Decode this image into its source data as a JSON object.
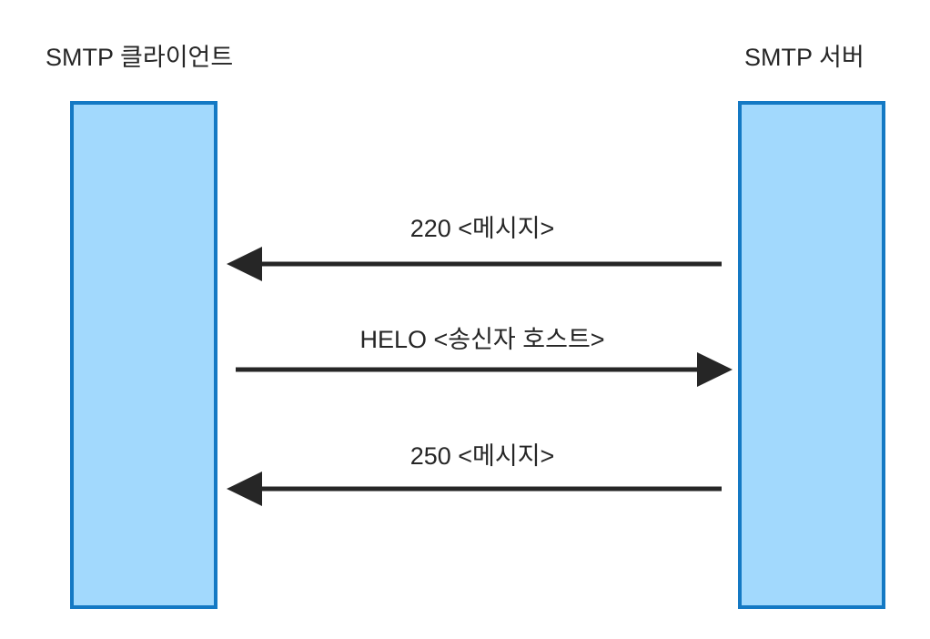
{
  "diagram": {
    "title_left": "SMTP 클라이언트",
    "title_right": "SMTP 서버",
    "background_color": "#ffffff",
    "lifeline_fill": "#a2d9fd",
    "lifeline_border": "#1479c4",
    "arrow_color": "#262626",
    "text_color": "#262626"
  },
  "participants": [
    {
      "id": "client",
      "label": "SMTP 클라이언트"
    },
    {
      "id": "server",
      "label": "SMTP 서버"
    }
  ],
  "messages": [
    {
      "index": 1,
      "label": "220 <메시지>",
      "from": "server",
      "to": "client",
      "direction": "left"
    },
    {
      "index": 2,
      "label": "HELO <송신자 호스트>",
      "from": "client",
      "to": "server",
      "direction": "right"
    },
    {
      "index": 3,
      "label": "250 <메시지>",
      "from": "server",
      "to": "client",
      "direction": "left"
    }
  ]
}
